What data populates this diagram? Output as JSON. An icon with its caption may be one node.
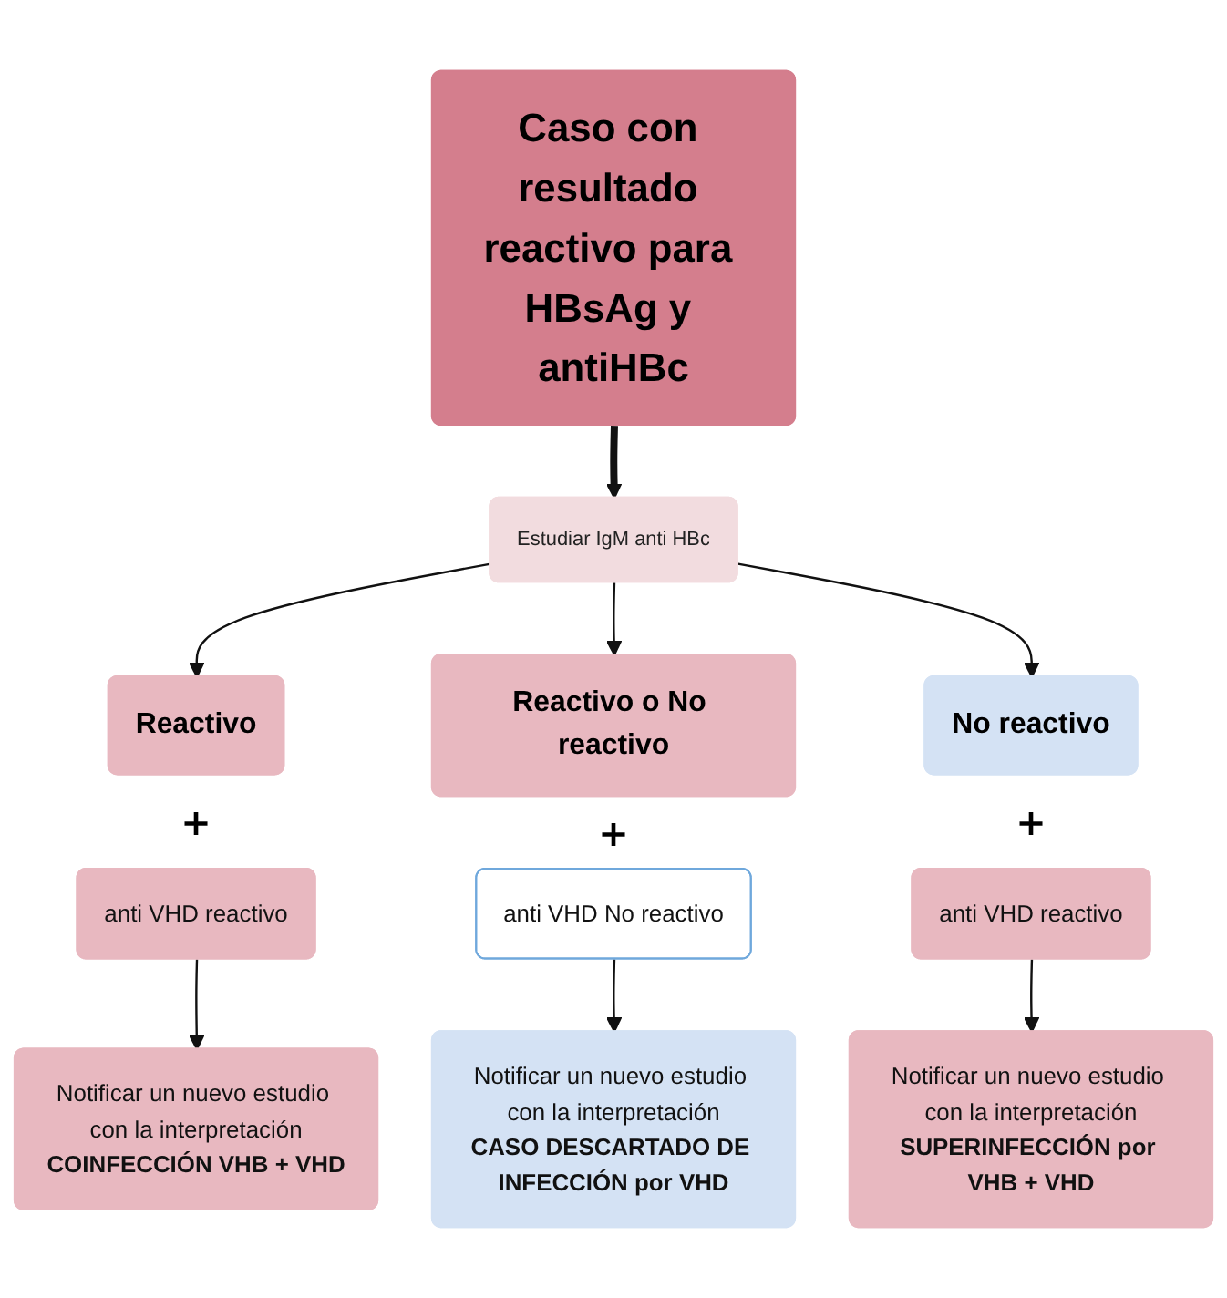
{
  "diagram": {
    "nodes": [
      {
        "text": [
          "Caso con resultado reactivo para HBsAg y antiHBc"
        ]
      },
      {
        "text": [
          "Estudiar IgM anti HBc"
        ]
      },
      {
        "text": [
          "Reactivo"
        ]
      },
      {
        "text": [
          "Reactivo o No reactivo"
        ]
      },
      {
        "text": [
          "No reactivo"
        ]
      },
      {
        "text": [
          "anti VHD reactivo"
        ]
      },
      {
        "text": [
          "anti VHD No reactivo"
        ]
      },
      {
        "text": [
          "anti VHD reactivo"
        ]
      },
      {
        "text": [
          "Notificar un nuevo estudio con la interpretación",
          "COINFECCIÓN VHB + VHD"
        ]
      },
      {
        "text": [
          "Notificar un nuevo estudio con la interpretación",
          "CASO DESCARTADO DE INFECCIÓN por VHD"
        ]
      },
      {
        "text": [
          "Notificar un nuevo estudio con la interpretación",
          "SUPERINFECCIÓN por VHB + VHD"
        ]
      }
    ],
    "edges": [
      {
        "from": 0,
        "to": 1,
        "arrow": "to",
        "style": "thick"
      },
      {
        "from": 1,
        "to": 2,
        "arrow": "to"
      },
      {
        "from": 1,
        "to": 3,
        "arrow": "to"
      },
      {
        "from": 1,
        "to": 4,
        "arrow": "to"
      },
      {
        "from": 5,
        "to": 8,
        "arrow": "to"
      },
      {
        "from": 6,
        "to": 9,
        "arrow": "to"
      },
      {
        "from": 7,
        "to": 10,
        "arrow": "to"
      }
    ],
    "labels": [
      "+",
      "+",
      "+"
    ]
  }
}
